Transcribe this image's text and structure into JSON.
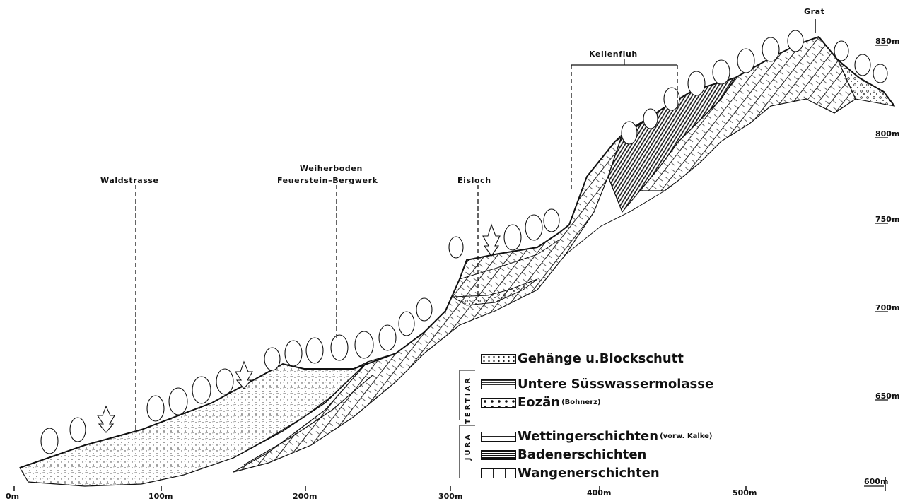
{
  "places": {
    "waldstrasse": "Waldstrasse",
    "weiherboden_1": "Weiherboden",
    "weiherboden_2": "Feuerstein–Bergwerk",
    "eisloch": "Eisloch",
    "kellenfluh": "Kellenfluh",
    "grat": "Grat"
  },
  "x_ticks": [
    "0m",
    "100m",
    "200m",
    "300m",
    "400m",
    "500m",
    "600m"
  ],
  "y_ticks": [
    "850m",
    "800m",
    "750m",
    "700m",
    "650m",
    "600m"
  ],
  "legend": {
    "top_item": "Gehänge u.Blockschutt",
    "tertiar_label": "TERTIAR",
    "tertiar_items": [
      {
        "label": "Untere Süsswassermolasse",
        "note": ""
      },
      {
        "label": "Eozän",
        "note": "(Bohnerz)"
      }
    ],
    "jura_label": "JURA",
    "jura_items": [
      {
        "label": "Wettingerschichten",
        "note": "(vorw. Kalke)"
      },
      {
        "label": "Badenerschichten",
        "note": ""
      },
      {
        "label": "Wangenerschichten",
        "note": ""
      }
    ]
  }
}
